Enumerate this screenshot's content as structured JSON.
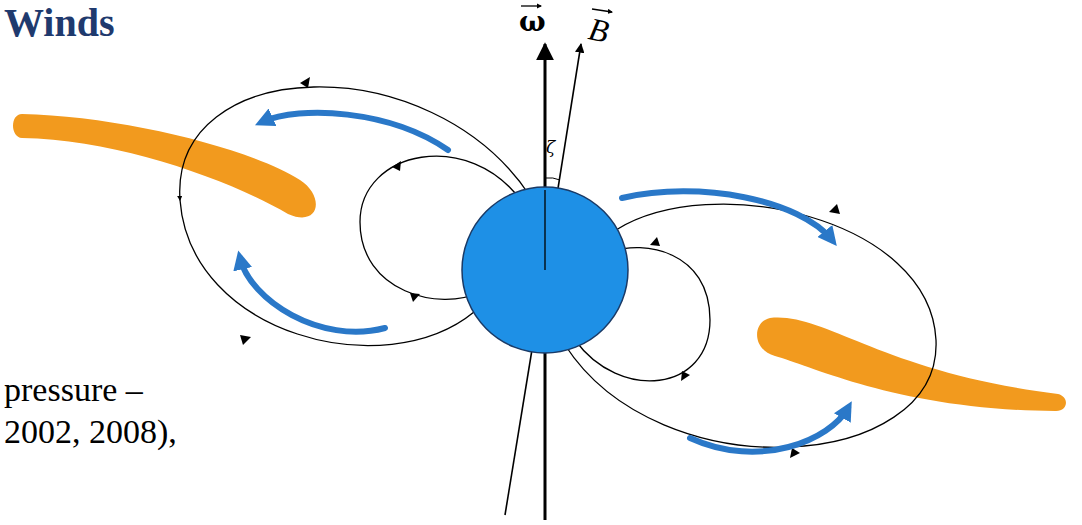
{
  "diagram": {
    "labels": [
      "Winds",
      "pressure –",
      "2002, 2008),",
      "ω",
      "B",
      "ζ"
    ]
  }
}
